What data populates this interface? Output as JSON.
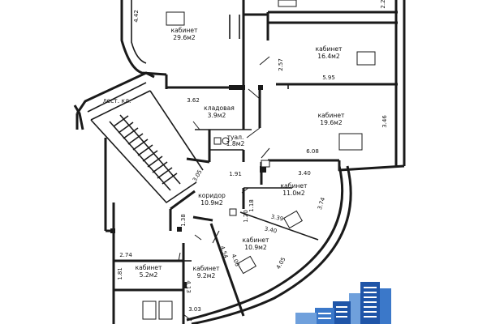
{
  "plan": {
    "rooms": {
      "cabinet_top_left": {
        "name": "кабинет",
        "area": "29.6м2"
      },
      "cabinet_top_right": {
        "name": "кабинет",
        "area": "16.4м2"
      },
      "cabinet_mid_right": {
        "name": "кабинет",
        "area": "19.6м2"
      },
      "storage": {
        "name": "кладовая",
        "area": "3.9м2"
      },
      "toilet": {
        "name": "туал.",
        "area": "1.8м2"
      },
      "stairs": {
        "name": "лест. кл."
      },
      "corridor": {
        "name": "коридор",
        "area": "10.9м2"
      },
      "cabinet_11": {
        "name": "кабинет",
        "area": "11.0м2"
      },
      "cabinet_10_9": {
        "name": "кабинет",
        "area": "10.9м2"
      },
      "cabinet_9_2": {
        "name": "кабинет",
        "area": "9.2м2"
      },
      "cabinet_5_2": {
        "name": "кабинет",
        "area": "5.2м2"
      }
    },
    "dimensions": {
      "d_4_42": "4.42",
      "d_2_2": "2.2",
      "d_2_57": "2.57",
      "d_5_95": "5.95",
      "d_3_62": "3.62",
      "d_3_46": "3.46",
      "d_6_08": "6.08",
      "d_3_05": "3.05",
      "d_1_91": "1.91",
      "d_3_40a": "3.40",
      "d_3_74": "3.74",
      "d_1_18": "1.18",
      "d_1_20": "1.20",
      "d_3_39": "3.39",
      "d_3_40b": "3.40",
      "d_1_38": "1.38",
      "d_2_74": "2.74",
      "d_4_54": "4.54",
      "d_4_06": "4.06",
      "d_4_05": "4.05",
      "d_1_81": "1.81",
      "d_4_13": "4.13",
      "d_3_03": "3.03"
    }
  },
  "logo": {
    "icon": "city-buildings-logo",
    "colors": [
      "#1f55a8",
      "#3b78c9",
      "#6fa0dc"
    ]
  }
}
